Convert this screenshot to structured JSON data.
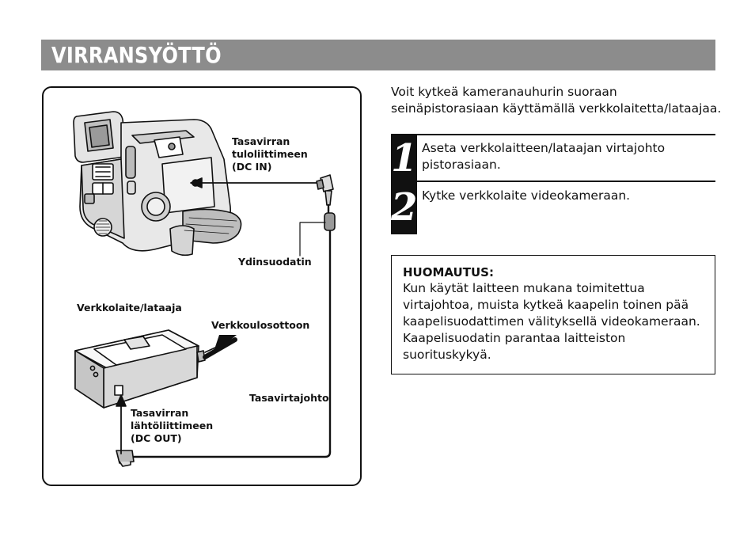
{
  "page": {
    "title": "VIRRANSYÖTTÖ"
  },
  "diagram": {
    "labels": {
      "dc_in_line1": "Tasavirran",
      "dc_in_line2": "tuloliittimeen",
      "dc_in_line3": "(DC IN)",
      "core_filter": "Ydinsuodatin",
      "adapter": "Verkkolaite/lataaja",
      "outlet": "Verkkoulosottoon",
      "dc_cord": "Tasavirtajohto",
      "dc_out_line1": "Tasavirran",
      "dc_out_line2": "lähtöliittimeen",
      "dc_out_line3": "(DC OUT)"
    }
  },
  "intro": "Voit kytkeä kameranauhurin suoraan seinäpistorasiaan käyttämällä verkkolaitetta/lataajaa.",
  "steps": [
    {
      "number": "1",
      "text": "Aseta verkkolaitteen/lataajan virtajohto pistorasiaan."
    },
    {
      "number": "2",
      "text": "Kytke verkkolaite videokameraan."
    }
  ],
  "note": {
    "heading": "HUOMAUTUS:",
    "body": "Kun käytät laitteen mukana toimitettua virtajohtoa, muista kytkeä kaapelin toinen pää kaapelisuodattimen välityksellä videokameraan. Kaapelisuodatin parantaa laitteiston suorituskykyä."
  }
}
